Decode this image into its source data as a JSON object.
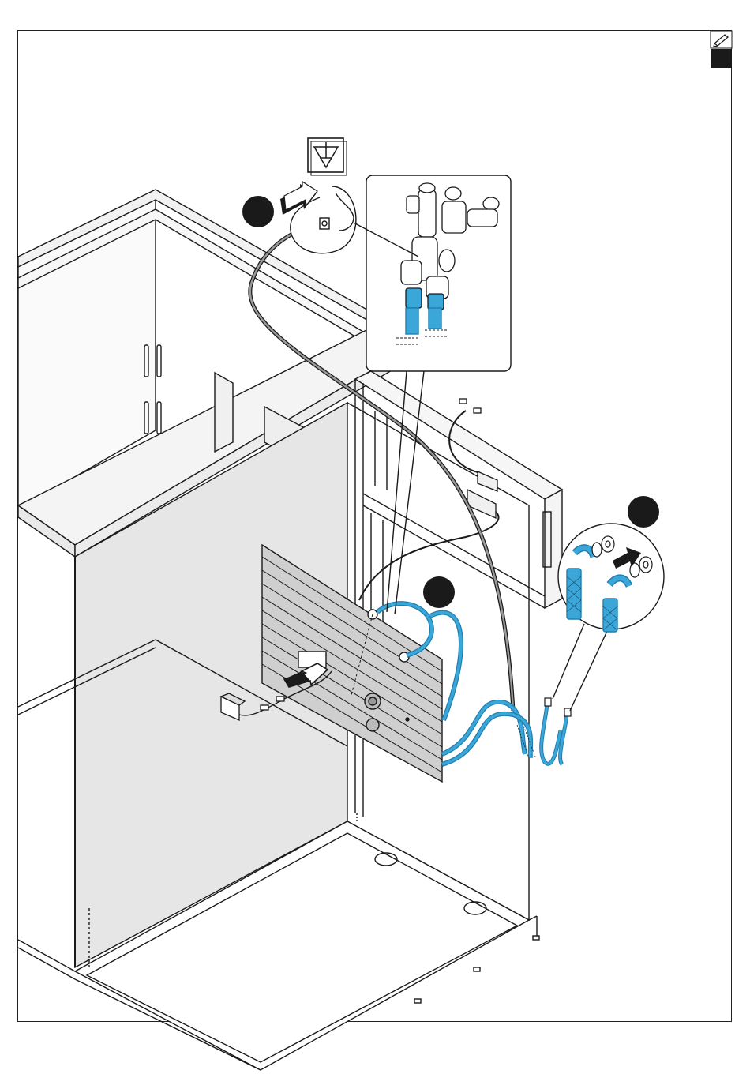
{
  "diagram": {
    "step_markers": [
      {
        "id": "step-1",
        "label": ""
      },
      {
        "id": "step-2",
        "label": ""
      },
      {
        "id": "step-3",
        "label": ""
      }
    ],
    "colors": {
      "line": "#1a1a1a",
      "hose_blue": "#3ba7d9",
      "hose_blue_dark": "#1f7fb0",
      "panel_gray": "#cfcfcf",
      "wall_gray": "#e4e4e4",
      "marker_black": "#1a1a1a",
      "corner_block": "#1a1a1a"
    },
    "icons": [
      "pencil-icon",
      "equipotential-bonding-icon",
      "arrow-icon"
    ]
  }
}
